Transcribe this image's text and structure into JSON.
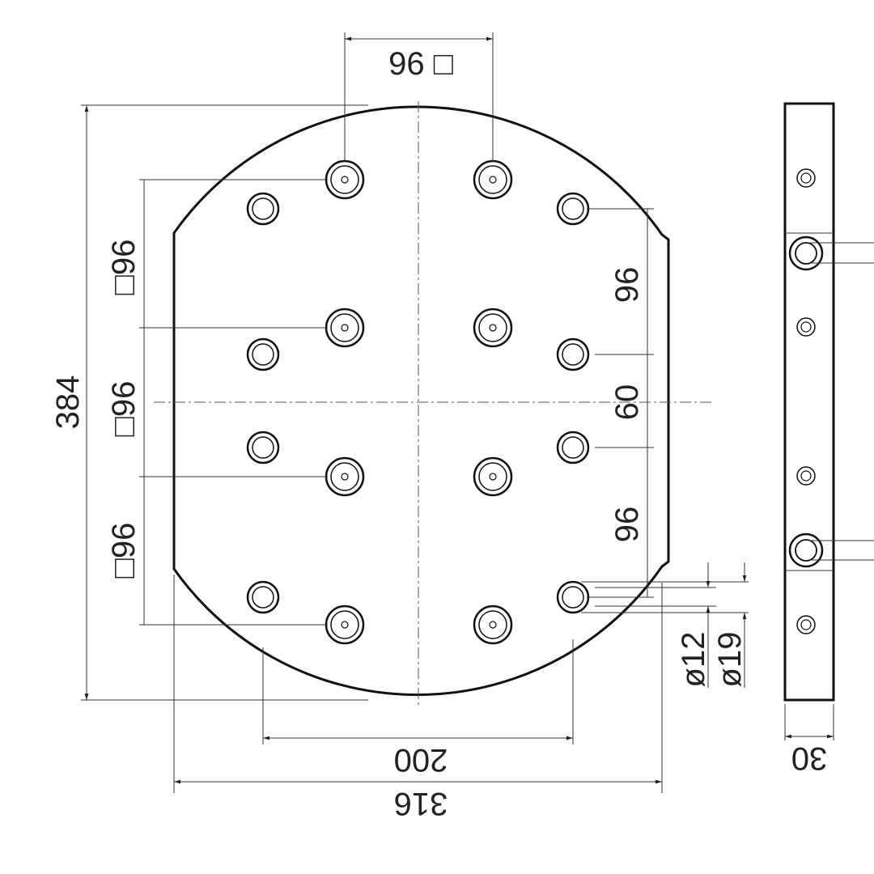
{
  "dimensions": {
    "top_square": "96 □",
    "overall_height": "384",
    "left_square_1": "□96",
    "left_square_2": "□96",
    "left_square_3": "□96",
    "right_pitch_1": "96",
    "right_pitch_2": "60",
    "right_pitch_3": "96",
    "small_hole_dia": "ø12",
    "large_hole_dia": "ø19",
    "pitch_width": "200",
    "overall_width": "316",
    "thickness": "30"
  },
  "colors": {
    "line": "#111111",
    "plate_fill": "#f4f4f4"
  }
}
